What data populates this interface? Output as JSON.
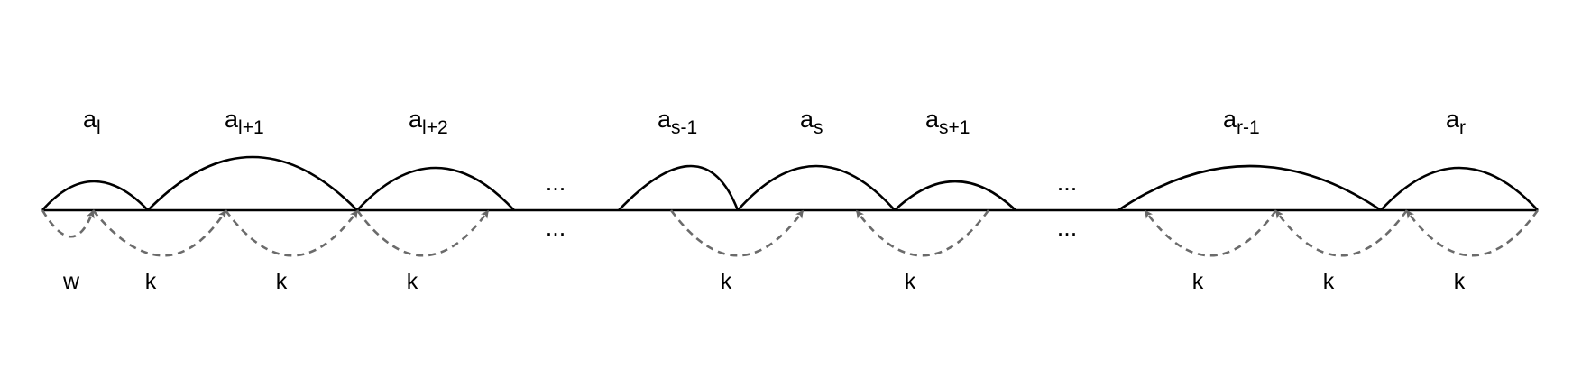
{
  "arc_labels": [
    {
      "base": "a",
      "sub": "l"
    },
    {
      "base": "a",
      "sub": "l+1"
    },
    {
      "base": "a",
      "sub": "l+2"
    },
    {
      "base": "a",
      "sub": "s-1"
    },
    {
      "base": "a",
      "sub": "s"
    },
    {
      "base": "a",
      "sub": "s+1"
    },
    {
      "base": "a",
      "sub": "r-1"
    },
    {
      "base": "a",
      "sub": "r"
    }
  ],
  "edge_labels": [
    "w",
    "k",
    "k",
    "k",
    "k",
    "k",
    "k",
    "k",
    "k"
  ],
  "ellipsis_above": [
    "...",
    "..."
  ],
  "ellipsis_below": [
    "...",
    "..."
  ],
  "colors": {
    "solid": "#000000",
    "dashed": "#6b6b6b",
    "arrow": "#666666"
  }
}
